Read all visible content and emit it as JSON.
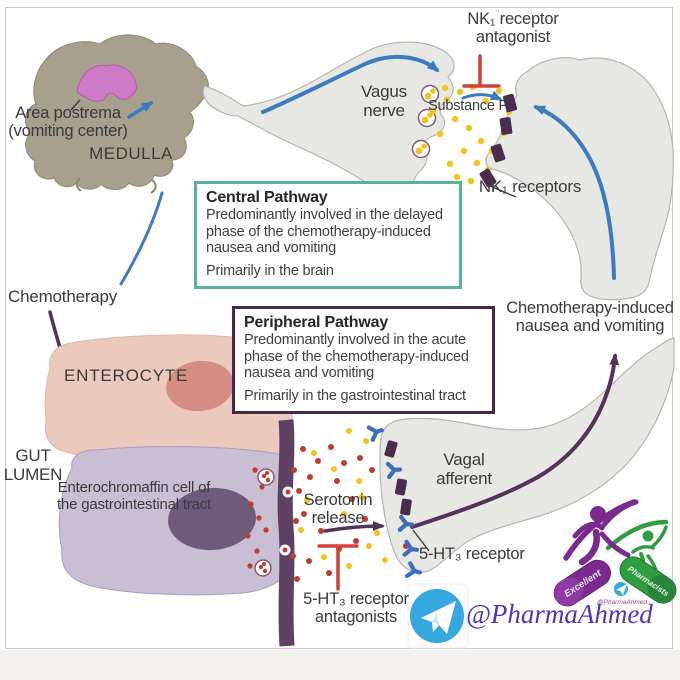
{
  "labels": {
    "area_postrema_1": "Area postrema",
    "area_postrema_2": "(vomiting center)",
    "medulla": "MEDULLA",
    "chemotherapy": "Chemotherapy",
    "gut_lumen": "GUT LUMEN",
    "enterocyte": "ENTEROCYTE",
    "enterochromaffin": "Enterochromaffin cell of the gastrointestinal tract",
    "serotonin_release": "Serotonin release",
    "ht3_receptor_antagonists": "5-HT₃ receptor antagonists",
    "ht3_receptor": "5-HT₃ receptor",
    "vagal_afferent": "Vagal afferent",
    "vagus_nerve": "Vagus nerve",
    "substance_p": "Substance P",
    "nk1_receptor_antagonist": "NK₁ receptor antagonist",
    "nk1_receptors": "NK₁ receptors",
    "cinv": "Chemotherapy-induced nausea and vomiting"
  },
  "boxes": {
    "central": {
      "title": "Central Pathway",
      "body": "Predominantly involved in the delayed phase of the chemotherapy-induced nausea and vomiting",
      "note": "Primarily in the brain",
      "border_color": "#57b2a0"
    },
    "peripheral": {
      "title": "Peripheral Pathway",
      "body": "Predominantly involved in the acute phase of the chemotherapy-induced nausea and vomiting",
      "note": "Primarily in the gastrointestinal tract",
      "border_color": "#46294b"
    }
  },
  "watermark": {
    "handle": "@PharmaAhmed"
  },
  "logo": {
    "capsule_left": "Excellent",
    "capsule_right": "Pharmacists",
    "handle": "@PharmaAhmed"
  },
  "colors": {
    "arrow_blue": "#3b7cc0",
    "arrow_purple": "#533357",
    "inhibitor_red": "#d4403a",
    "substance_p_yellow": "#f0c31d",
    "serotonin_red": "#c23b30",
    "medulla_olive": "#a7a08c",
    "area_postrema_pink": "#ce7bc7",
    "nerve_gray": "#e7e7e3",
    "enterocyte_pink": "#ecc9bd",
    "enterocyte_nucleus": "#d58d84",
    "ec_cell_lavender": "#c8bfd4",
    "ec_nucleus": "#6e5b79",
    "gut_membrane": "#5d4263",
    "nk1_receptor_dark": "#4a2d4e",
    "ht3_receptor_blue": "#3a6fba",
    "telegram_blue": "#36a8e0",
    "handle_text": "#4b36c0",
    "logo_purple": "#7b2a8e",
    "logo_green": "#2f9e41"
  }
}
